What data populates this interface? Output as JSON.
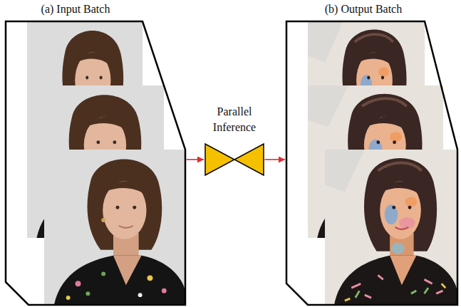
{
  "diagram": {
    "nodes": [
      {
        "text": [
          "(a) Input Batch"
        ]
      },
      {
        "text": [
          "Parallel Inference"
        ]
      },
      {
        "text": [
          "(b) Output Batch"
        ]
      }
    ],
    "edges": [
      {
        "from": 0,
        "to": 1,
        "arrow": "to"
      },
      {
        "from": 1,
        "to": 2,
        "arrow": "to"
      }
    ]
  }
}
